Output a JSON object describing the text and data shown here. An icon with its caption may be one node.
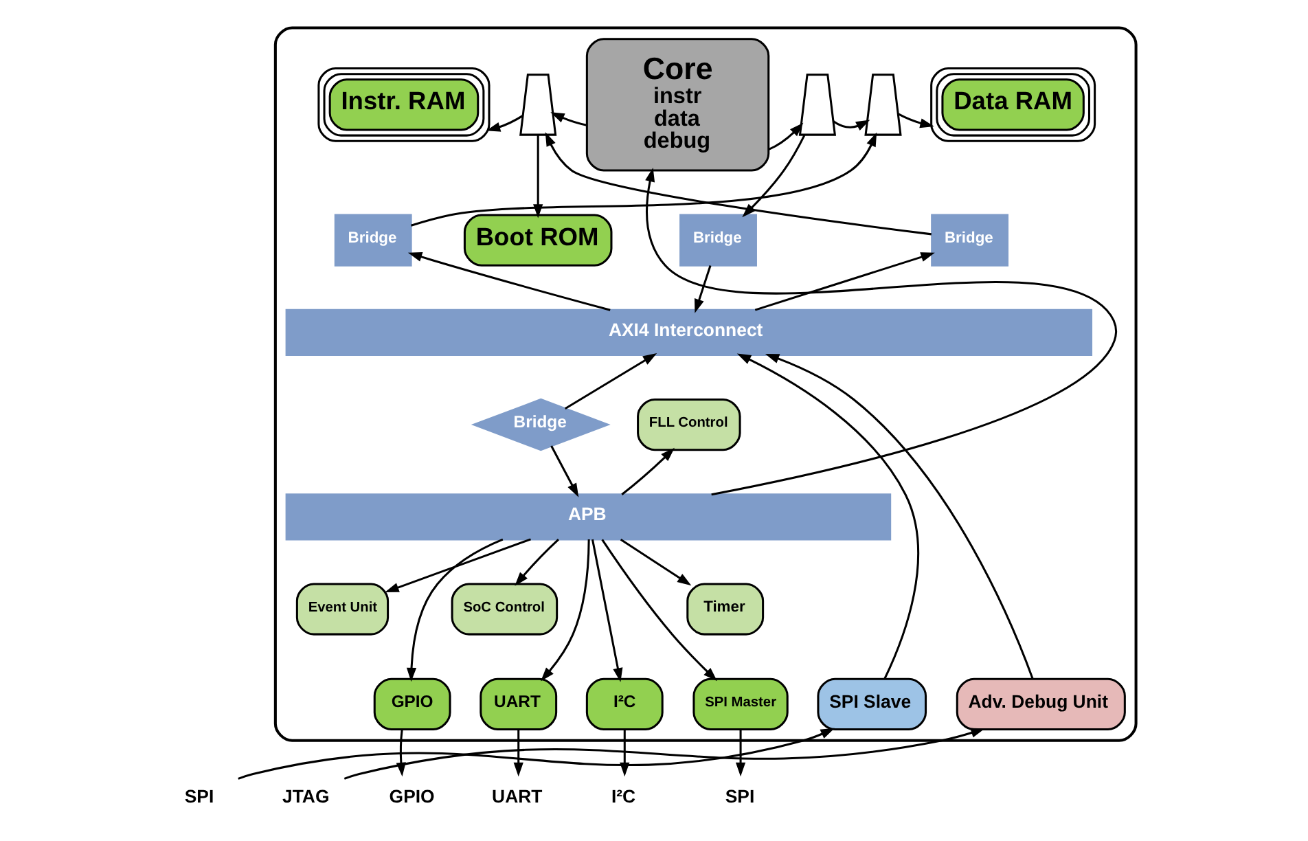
{
  "diagram": {
    "nodes": [
      {
        "text": [],
        "shape": "box"
      },
      {
        "text": [
          "Core",
          "instr",
          "data",
          "debug"
        ],
        "in": 0
      },
      {
        "text": [
          "Instr. RAM"
        ],
        "in": 0
      },
      {
        "text": [
          "Boot ROM"
        ],
        "in": 0
      },
      {
        "text": [],
        "shape": "trapezoid",
        "in": 0
      },
      {
        "text": [
          "Bridge"
        ],
        "in": 0
      },
      {
        "text": [],
        "shape": "trapezoid",
        "in": 0
      },
      {
        "text": [],
        "shape": "trapezoid",
        "in": 0
      },
      {
        "text": [
          "Bridge"
        ],
        "in": 0
      },
      {
        "text": [
          "Bridge"
        ],
        "in": 0
      },
      {
        "text": [
          "Data RAM"
        ],
        "in": 0
      },
      {
        "text": [
          "AXI4 Interconnect"
        ],
        "in": 0
      },
      {
        "text": [
          "Bridge"
        ],
        "in": 0
      },
      {
        "text": [
          "APB"
        ],
        "in": 0
      },
      {
        "text": [
          "FLL Control"
        ],
        "in": 0
      },
      {
        "text": [
          "GPIO"
        ],
        "in": 0
      },
      {
        "text": [
          "UART"
        ],
        "in": 0
      },
      {
        "text": [
          "I²C"
        ],
        "in": 0
      },
      {
        "text": [
          "SPI Master"
        ],
        "in": 0
      },
      {
        "text": [
          "SoC Control"
        ],
        "in": 0
      },
      {
        "text": [
          "Timer"
        ],
        "in": 0
      },
      {
        "text": [
          "Event Unit"
        ],
        "in": 0
      },
      {
        "text": [
          "SPI Slave"
        ],
        "in": 0
      },
      {
        "text": [
          "Adv. Debug Unit"
        ],
        "in": 0
      },
      {
        "text": [
          "GPIO"
        ]
      },
      {
        "text": [
          "UART"
        ]
      },
      {
        "text": [
          "I²C"
        ]
      },
      {
        "text": [
          "SPI"
        ]
      },
      {
        "text": [
          "SPI"
        ]
      },
      {
        "text": [
          "JTAG"
        ]
      }
    ],
    "edges": [
      {
        "from": 1,
        "to": 4,
        "arrow": "to"
      },
      {
        "from": 4,
        "to": 2,
        "arrow": "to"
      },
      {
        "from": 4,
        "to": 3,
        "arrow": "to"
      },
      {
        "from": 5,
        "to": 4,
        "arrow": "to"
      },
      {
        "from": 11,
        "to": 5,
        "arrow": "to"
      },
      {
        "from": 1,
        "to": 6,
        "arrow": "to"
      },
      {
        "from": 6,
        "to": 7,
        "arrow": "to"
      },
      {
        "from": 7,
        "to": 10,
        "arrow": "to"
      },
      {
        "from": 6,
        "to": 8,
        "arrow": "to"
      },
      {
        "from": 8,
        "to": 11,
        "arrow": "to"
      },
      {
        "from": 11,
        "to": 9,
        "arrow": "to"
      },
      {
        "from": 9,
        "to": 7,
        "arrow": "to"
      },
      {
        "from": 13,
        "to": 1,
        "arrow": "to"
      },
      {
        "from": 12,
        "to": 11,
        "arrow": "to"
      },
      {
        "from": 12,
        "to": 13,
        "arrow": "to"
      },
      {
        "from": 13,
        "to": 14,
        "arrow": "to"
      },
      {
        "from": 13,
        "to": 15,
        "arrow": "to"
      },
      {
        "from": 13,
        "to": 16,
        "arrow": "to"
      },
      {
        "from": 13,
        "to": 17,
        "arrow": "to"
      },
      {
        "from": 13,
        "to": 18,
        "arrow": "to"
      },
      {
        "from": 13,
        "to": 19,
        "arrow": "to"
      },
      {
        "from": 13,
        "to": 20,
        "arrow": "to"
      },
      {
        "from": 13,
        "to": 21,
        "arrow": "to"
      },
      {
        "from": 22,
        "to": 11,
        "arrow": "to"
      },
      {
        "from": 23,
        "to": 11,
        "arrow": "to"
      },
      {
        "from": 15,
        "to": 24,
        "arrow": "to"
      },
      {
        "from": 16,
        "to": 25,
        "arrow": "to"
      },
      {
        "from": 17,
        "to": 26,
        "arrow": "to"
      },
      {
        "from": 18,
        "to": 27,
        "arrow": "to"
      },
      {
        "from": 28,
        "to": 22,
        "arrow": "to"
      },
      {
        "from": 29,
        "to": 23,
        "arrow": "to"
      }
    ]
  }
}
